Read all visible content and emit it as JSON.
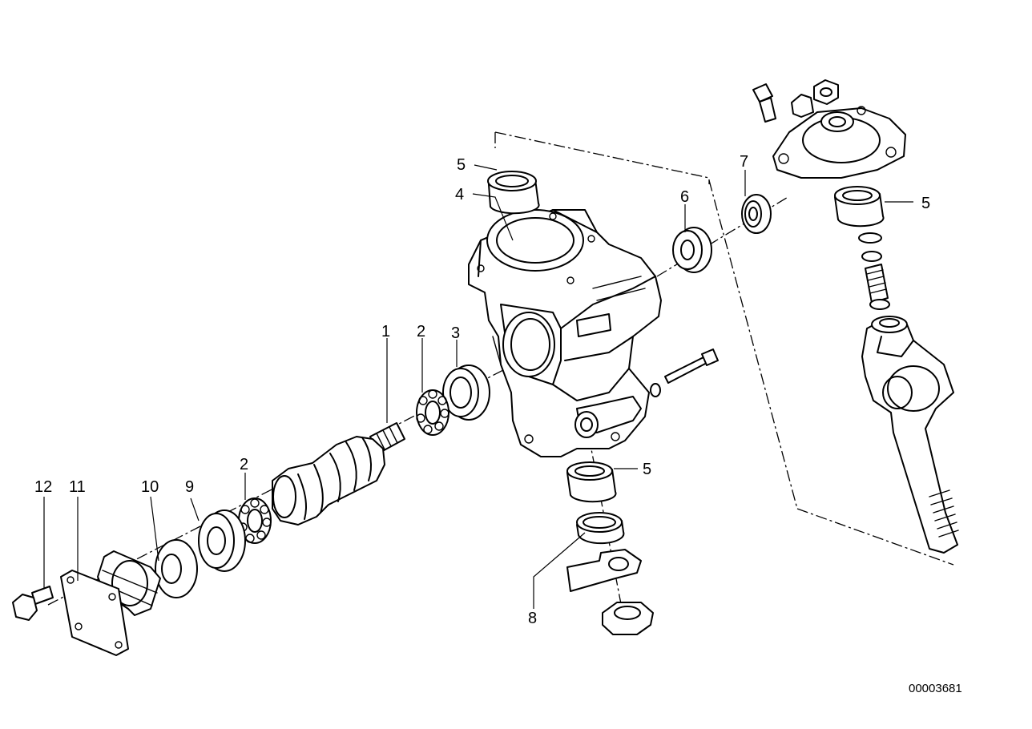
{
  "labels": {
    "l1": "1",
    "l2a": "2",
    "l2b": "2",
    "l3": "3",
    "l4": "4",
    "l5a": "5",
    "l5b": "5",
    "l5c": "5",
    "l6": "6",
    "l7": "7",
    "l8": "8",
    "l9": "9",
    "l10": "10",
    "l11": "11",
    "l12": "12"
  },
  "diagram_code": "00003681"
}
